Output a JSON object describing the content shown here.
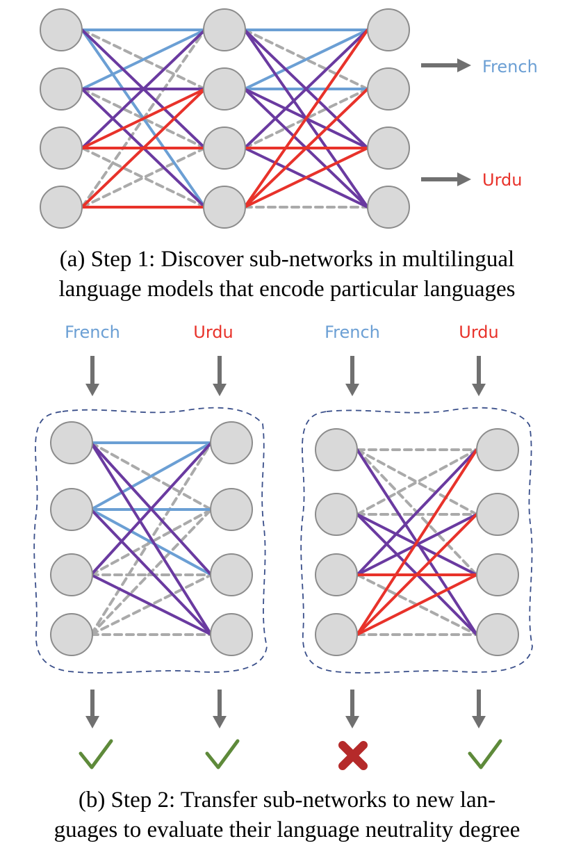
{
  "labels": {
    "french": "French",
    "urdu": "Urdu"
  },
  "captions": {
    "step1_line1": "(a) Step 1: Discover sub-networks in multilingual",
    "step1_line2": "language models that encode particular languages",
    "step2_line1": "(b) Step 2:  Transfer sub-networks to new lan-",
    "step2_line2": "guages to evaluate their language neutrality degree"
  },
  "results": [
    {
      "input": "French",
      "network": "French sub-network",
      "outcome": "check"
    },
    {
      "input": "Urdu",
      "network": "French sub-network",
      "outcome": "check"
    },
    {
      "input": "French",
      "network": "Urdu sub-network",
      "outcome": "cross"
    },
    {
      "input": "Urdu",
      "network": "Urdu sub-network",
      "outcome": "check"
    }
  ],
  "colors": {
    "french": "#6b9fd4",
    "urdu": "#e8322a",
    "shared": "#6a3aa0",
    "pruned": "#aaaaaa",
    "node_fill": "#d9d9d9",
    "node_stroke": "#8c8c8c",
    "arrow": "#707070",
    "check": "#5e8a3a",
    "cross": "#b52a2a",
    "boundary": "#3a4f8a"
  }
}
